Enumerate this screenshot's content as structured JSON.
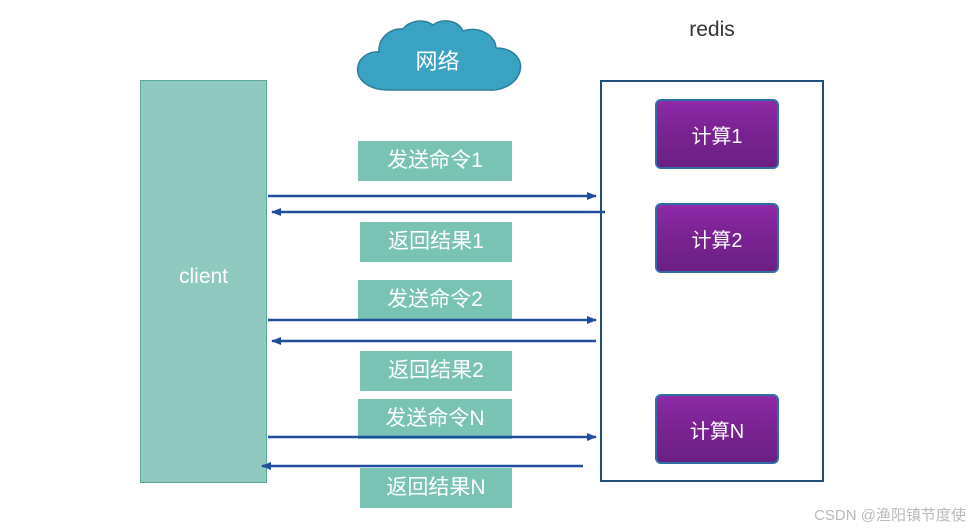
{
  "diagram": {
    "client": {
      "label": "client"
    },
    "redis": {
      "title": "redis"
    },
    "network": {
      "label": "网络"
    },
    "compute_nodes": [
      {
        "label": "计算1"
      },
      {
        "label": "计算2"
      },
      {
        "label": "计算N"
      }
    ],
    "messages": [
      {
        "label": "发送命令1",
        "direction": "client-to-redis"
      },
      {
        "label": "返回结果1",
        "direction": "redis-to-client"
      },
      {
        "label": "发送命令2",
        "direction": "client-to-redis"
      },
      {
        "label": "返回结果2",
        "direction": "redis-to-client"
      },
      {
        "label": "发送命令N",
        "direction": "client-to-redis"
      },
      {
        "label": "返回结果N",
        "direction": "redis-to-client"
      }
    ],
    "colors": {
      "client_fill": "#8fc9bf",
      "label_fill": "#79c3b4",
      "redis_border": "#1f4e79",
      "arrow": "#1f4e9c",
      "node_fill": "#7b2394",
      "cloud_fill": "#3aa3c4"
    }
  },
  "watermark": {
    "text": "CSDN @渔阳镇节度使"
  }
}
